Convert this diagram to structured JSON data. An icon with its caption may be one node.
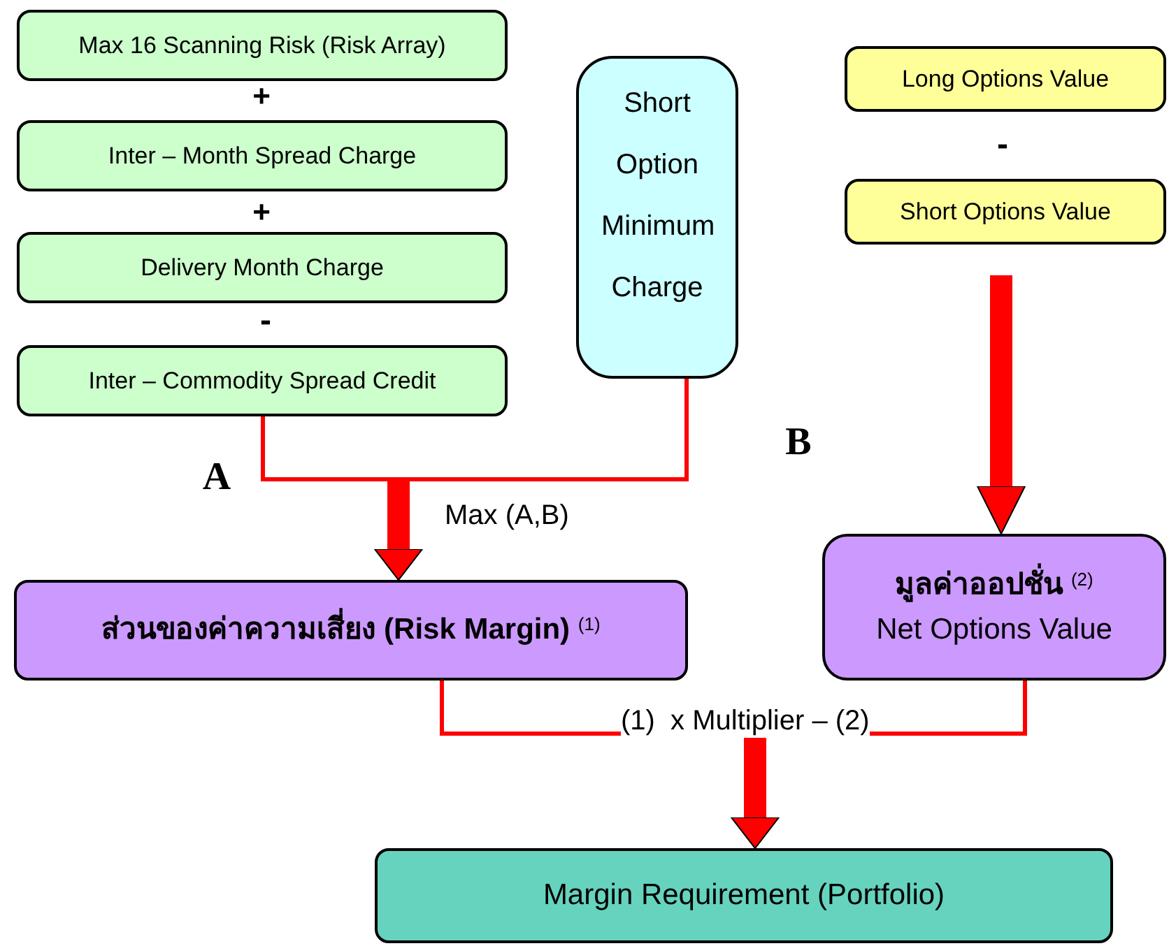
{
  "diagram": {
    "nodes": [
      {
        "text": [
          "Max 16 Scanning Risk (Risk Array)"
        ]
      },
      {
        "text": [
          "Inter – Month Spread Charge"
        ]
      },
      {
        "text": [
          "Delivery Month Charge"
        ]
      },
      {
        "text": [
          "Inter – Commodity Spread Credit"
        ]
      },
      {
        "text": [
          "Short Option Minimum Charge"
        ]
      },
      {
        "text": [
          "Long Options Value"
        ]
      },
      {
        "text": [
          "Short Options Value"
        ]
      },
      {
        "text": [
          "ส่วนของค่าความเสี่ยง (Risk Margin) $^{(1)}$"
        ]
      },
      {
        "text": [
          "มูลค่าออปชั่น $^{(2)}$",
          "Net Options Value"
        ]
      },
      {
        "text": [
          "Margin Requirement (Portfolio)"
        ]
      }
    ],
    "edges": [
      {
        "from": 3,
        "to": 7,
        "arrow": "to",
        "label": "Max (A,B)"
      },
      {
        "from": 4,
        "to": 7,
        "arrow": "to"
      },
      {
        "from": 7,
        "to": 9,
        "arrow": "to",
        "label": "(1)  x Multiplier – (2)"
      },
      {
        "from": 8,
        "to": 9,
        "arrow": "to"
      },
      {
        "from": 6,
        "to": 8,
        "arrow": "to",
        "style": "thick"
      }
    ],
    "labels": [
      "+",
      "+",
      "-",
      "A",
      "B",
      "-"
    ]
  }
}
